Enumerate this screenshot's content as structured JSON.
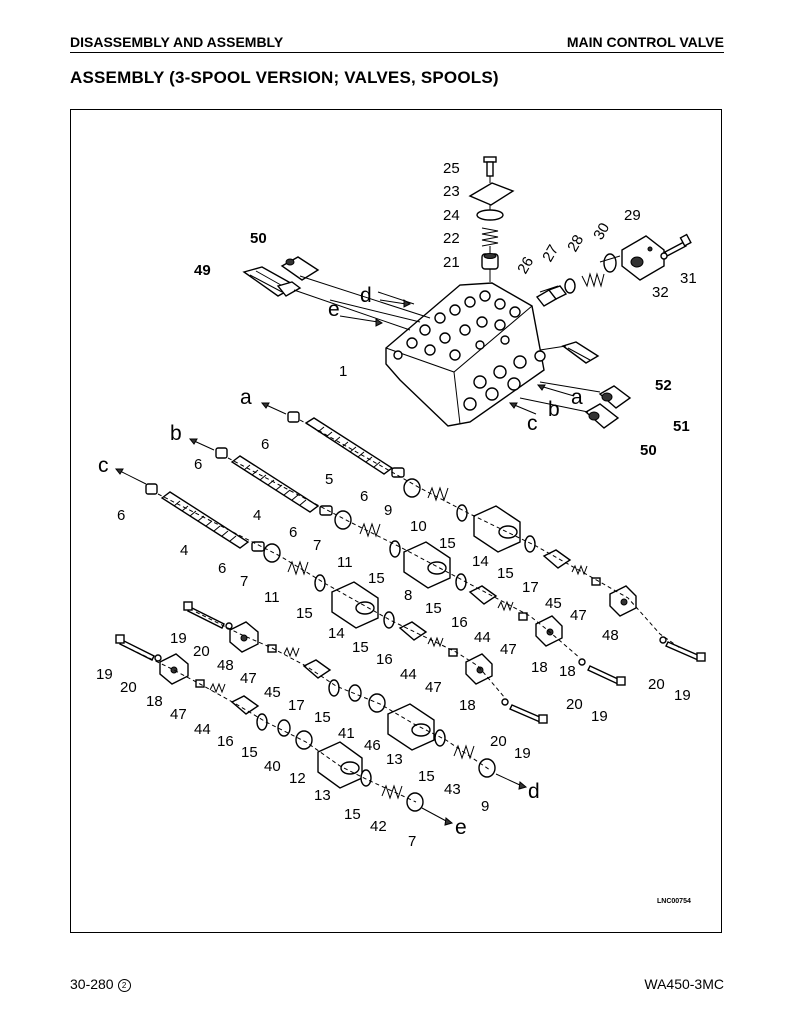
{
  "header": {
    "left": "DISASSEMBLY AND ASSEMBLY",
    "right": "MAIN CONTROL VALVE"
  },
  "title": "ASSEMBLY (3-SPOOL VERSION; VALVES, SPOOLS)",
  "figure": {
    "code": "LNC00754",
    "callouts": {
      "n25": "25",
      "n23": "23",
      "n24": "24",
      "n22": "22",
      "n21": "21",
      "n50a": "50",
      "n49": "49",
      "n1": "1",
      "n26": "26",
      "n27": "27",
      "n28": "28",
      "n30": "30",
      "n29": "29",
      "n31": "31",
      "n32": "32",
      "n52": "52",
      "n51": "51",
      "n50b": "50",
      "n6a": "6",
      "n5": "5",
      "n6b": "6",
      "n4a": "4",
      "n6c": "6",
      "n4b": "4",
      "n6d": "6",
      "n9a": "9",
      "n10": "10",
      "n15a": "15",
      "n14a": "14",
      "n15b": "15",
      "n17a": "17",
      "n6e": "6",
      "n7a": "7",
      "n11a": "11",
      "n15c": "15",
      "n8": "8",
      "n15d": "15",
      "n45a": "45",
      "n47a": "47",
      "n48a": "48",
      "n6f": "6",
      "n7b": "7",
      "n11b": "11",
      "n15e": "15",
      "n14b": "14",
      "n15f": "15",
      "n16a": "16",
      "n44a": "44",
      "n47b": "47",
      "n18a": "18",
      "n19a": "19",
      "n20a": "20",
      "n48b": "48",
      "n47c": "47",
      "n45b": "45",
      "n17b": "17",
      "n16b": "16",
      "n44b": "44",
      "n47d": "47",
      "n18b": "18",
      "n20b": "20",
      "n19b": "19",
      "n20c": "20",
      "n19c": "19",
      "n19d": "19",
      "n20d": "20",
      "n18c": "18",
      "n47e": "47",
      "n44c": "44",
      "n16c": "16",
      "n15g": "15",
      "n41": "41",
      "n46": "46",
      "n13a": "13",
      "n15h": "15",
      "n40": "40",
      "n12": "12",
      "n13b": "13",
      "n15i": "15",
      "n43": "43",
      "n9b": "9",
      "n15j": "15",
      "n42": "42",
      "n7c": "7",
      "n20e": "20",
      "n19e": "19",
      "n18d": "18"
    },
    "letters": {
      "a1": "a",
      "b1": "b",
      "c1": "c",
      "d1": "d",
      "e1": "e",
      "a2": "a",
      "b2": "b",
      "c2": "c",
      "d2": "d",
      "e2": "e"
    }
  },
  "footer": {
    "page": "30-280",
    "revision": "2",
    "model": "WA450-3MC"
  }
}
